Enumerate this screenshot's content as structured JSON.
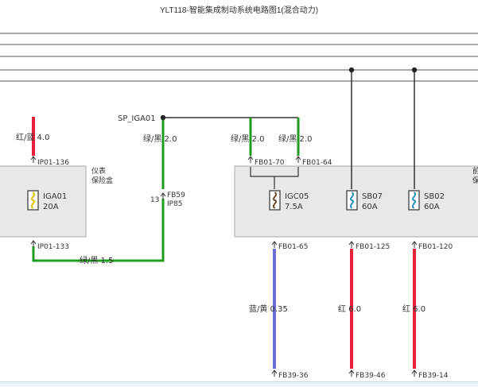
{
  "title": "YLT118-智能集成制动系统电路图1(混合动力)",
  "wires": {
    "w_red_40": "红/蓝 4.0",
    "w_green_20_a": "绿/黑 2.0",
    "w_green_20_b": "绿/黑 2.0",
    "w_green_20_c": "绿/黑 2.0",
    "w_green_15": "绿/黑 1.5",
    "w_blue_035": "蓝/黄 0.35",
    "w_red_60_a": "红 6.0",
    "w_red_60_b": "红 6.0"
  },
  "splice": "SP_IGA01",
  "connectors": {
    "ip01_136": "IP01-136",
    "ip01_133": "IP01-133",
    "fb59": "FB59",
    "ip85": "IP85",
    "pin13": "13",
    "fb01_70": "FB01-70",
    "fb01_64": "FB01-64",
    "fb01_65": "FB01-65",
    "fb01_125": "FB01-125",
    "fb01_120": "FB01-120",
    "fb39_36": "FB39-36",
    "fb39_46": "FB39-46",
    "fb39_14": "FB39-14"
  },
  "box_left_label": [
    "仪表",
    "保险盒"
  ],
  "box_right_label": [
    "前",
    "保"
  ],
  "fuses": [
    {
      "id": "IGA01",
      "rating": "20A",
      "color": "#d9c200"
    },
    {
      "id": "IGC05",
      "rating": "7.5A",
      "color": "#6a4a2a"
    },
    {
      "id": "SB07",
      "rating": "60A",
      "color": "#2a8fbf"
    },
    {
      "id": "SB02",
      "rating": "60A",
      "color": "#2a8fbf"
    }
  ],
  "colors": {
    "wire_red": "#e8203a",
    "wire_green": "#1f9b1f",
    "wire_blue": "#6a6ad8",
    "wire_black": "#333333",
    "box_fill": "#e8e8e8",
    "box_stroke": "#aaaaaa"
  }
}
